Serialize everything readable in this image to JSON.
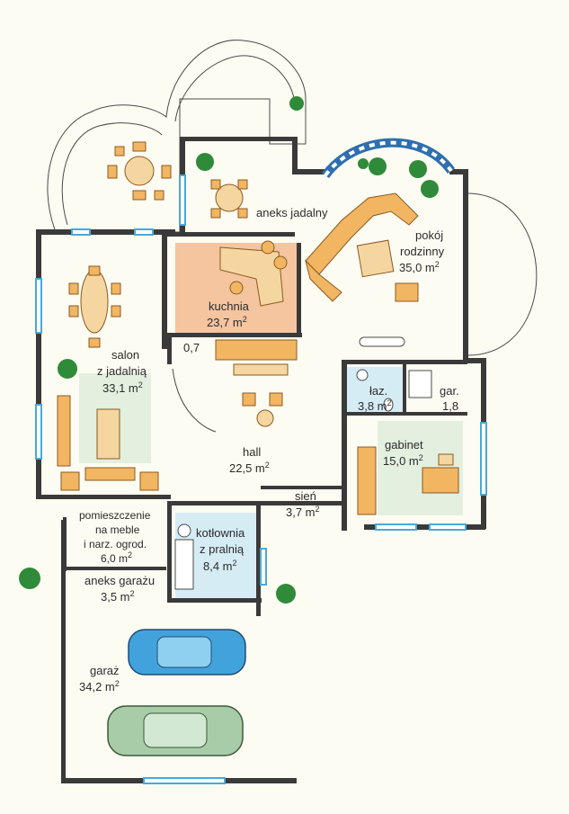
{
  "colors": {
    "background": "#fdfcf2",
    "floor_kitchen": "#f5c5a0",
    "floor_wet": "#d6ecf5",
    "floor_green": "#e3f0e0",
    "wall": "#3a3a3a",
    "furniture": "#f2b562",
    "window": "#4aa8d8",
    "plant": "#2f8a3a"
  },
  "rooms": {
    "aneks_jadalny": {
      "name": "aneks jadalny"
    },
    "pokoj": {
      "name1": "pokój",
      "name2": "rodzinny",
      "area": "35,0 m"
    },
    "kuchnia": {
      "name": "kuchnia",
      "area": "23,7 m"
    },
    "wnek": {
      "area": "0,7"
    },
    "salon": {
      "name1": "salon",
      "name2": "z jadalnią",
      "area": "33,1 m"
    },
    "laz": {
      "name": "łaz.",
      "area": "3,8 m"
    },
    "gar": {
      "name": "gar.",
      "area": "1,8"
    },
    "gabinet": {
      "name": "gabinet",
      "area": "15,0 m"
    },
    "hall": {
      "name": "hall",
      "area": "22,5 m"
    },
    "sien": {
      "name": "sień",
      "area": "3,7 m"
    },
    "pomieszczenie": {
      "line1": "pomieszczenie",
      "line2": "na meble",
      "line3": "i narz. ogrod.",
      "area": "6,0 m"
    },
    "kotlownia": {
      "name1": "kotłownia",
      "name2": "z pralnią",
      "area": "8,4 m"
    },
    "aneks_garazu": {
      "name": "aneks garażu",
      "area": "3,5 m"
    },
    "garaz": {
      "name": "garaż",
      "area": "34,2 m"
    }
  },
  "superscript": "2"
}
